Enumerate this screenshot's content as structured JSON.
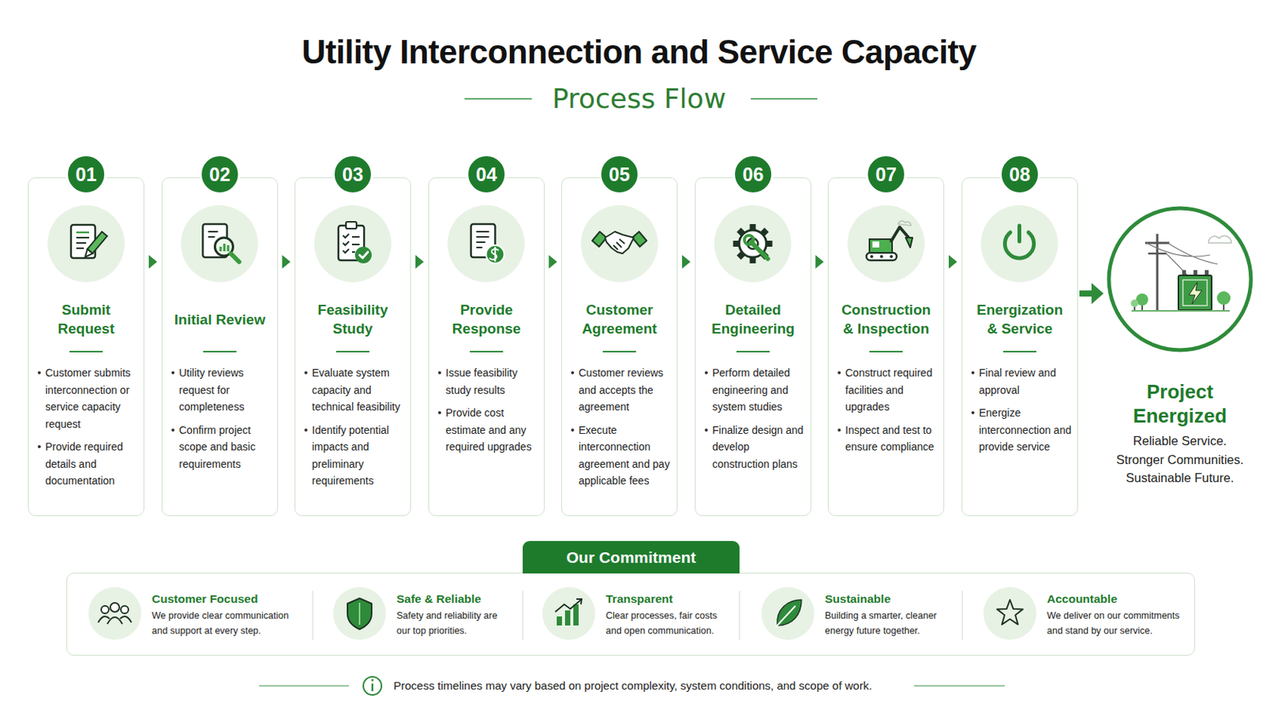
{
  "diagram": {
    "title": "Utility Interconnection and Service Capacity",
    "nodes": [
      {
        "text": [
          "01",
          "Submit Request",
          "Customer submits interconnection or service capacity request",
          "Provide required details and documentation"
        ]
      },
      {
        "text": [
          "02",
          "Initial Review",
          "Utility reviews request for completeness",
          "Confirm project scope and basic requirements"
        ]
      },
      {
        "text": [
          "03",
          "Feasibility Study",
          "Evaluate system capacity and technical feasibility",
          "Identify potential impacts and preliminary requirements"
        ]
      },
      {
        "text": [
          "04",
          "Provide Response",
          "Issue feasibility study results",
          "Provide cost estimate and any required upgrades"
        ]
      },
      {
        "text": [
          "05",
          "Customer Agreement",
          "Customer reviews and accepts the agreement",
          "Execute interconnection agreement and pay applicable fees"
        ]
      },
      {
        "text": [
          "06",
          "Detailed Engineering",
          "Perform detailed engineering and system studies",
          "Finalize design and develop construction plans"
        ]
      },
      {
        "text": [
          "07",
          "Construction & Inspection",
          "Construct required facilities and upgrades",
          "Inspect and test to ensure compliance"
        ]
      },
      {
        "text": [
          "08",
          "Energization & Service",
          "Final review and approval",
          "Energize interconnection and provide service"
        ]
      },
      {
        "text": [
          "Project Energized",
          "Reliable Service. Stronger Communities. Sustainable Future."
        ]
      },
      {
        "text": [
          "Our Commitment"
        ]
      },
      {
        "text": [
          "Customer Focused",
          "We provide clear communication and support at every step."
        ],
        "in": 9
      },
      {
        "text": [
          "Safe & Reliable",
          "Safety and reliability are our top priorities."
        ],
        "in": 9
      },
      {
        "text": [
          "Transparent",
          "Clear processes, fair costs and open communication."
        ],
        "in": 9
      },
      {
        "text": [
          "Sustainable",
          "Building a smarter, cleaner energy future together."
        ],
        "in": 9
      },
      {
        "text": [
          "Accountable",
          "We deliver on our commitments and stand by our service."
        ],
        "in": 9
      }
    ],
    "edges": [
      {
        "from": 0,
        "to": 1,
        "arrow": "to"
      },
      {
        "from": 1,
        "to": 2,
        "arrow": "to"
      },
      {
        "from": 2,
        "to": 3,
        "arrow": "to"
      },
      {
        "from": 3,
        "to": 4,
        "arrow": "to"
      },
      {
        "from": 4,
        "to": 5,
        "arrow": "to"
      },
      {
        "from": 5,
        "to": 6,
        "arrow": "to"
      },
      {
        "from": 6,
        "to": 7,
        "arrow": "to"
      },
      {
        "from": 7,
        "to": 8,
        "arrow": "to"
      }
    ],
    "labels": [
      "Process Flow",
      "Process timelines may vary based on project complexity, system conditions, and scope of work."
    ]
  }
}
